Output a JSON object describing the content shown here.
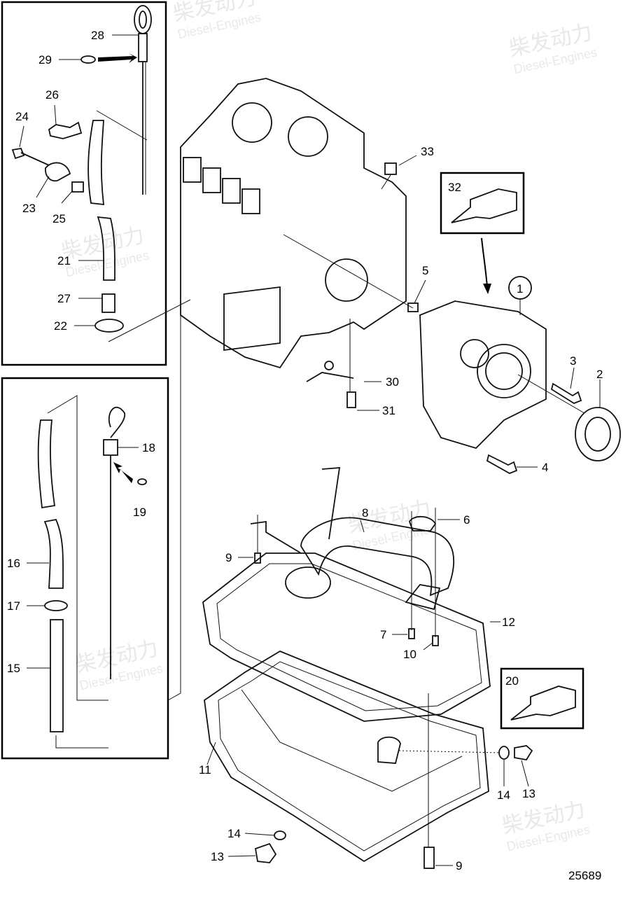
{
  "drawing_number": "25689",
  "watermark": {
    "brand_cn": "柴发动力",
    "brand_en": "Diesel-Engines"
  },
  "callouts": {
    "c1": "1",
    "c2": "2",
    "c3": "3",
    "c4": "4",
    "c5": "5",
    "c6": "6",
    "c7": "7",
    "c8": "8",
    "c9a": "9",
    "c9b": "9",
    "c10": "10",
    "c11": "11",
    "c12": "12",
    "c13a": "13",
    "c13b": "13",
    "c14a": "14",
    "c14b": "14",
    "c15": "15",
    "c16": "16",
    "c17": "17",
    "c18": "18",
    "c19": "19",
    "c20": "20",
    "c21": "21",
    "c22": "22",
    "c23": "23",
    "c24": "24",
    "c25": "25",
    "c26": "26",
    "c27": "27",
    "c28": "28",
    "c29": "29",
    "c30": "30",
    "c31": "31",
    "c32": "32",
    "c33": "33"
  }
}
